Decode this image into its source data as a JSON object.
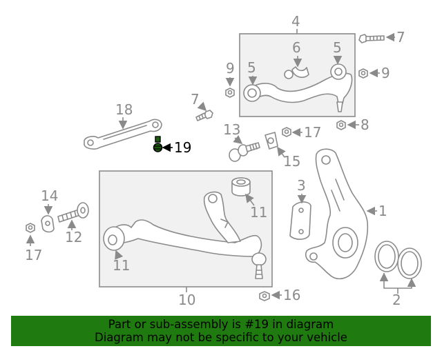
{
  "highlighted_part": "19",
  "callouts": {
    "c1": "1",
    "c2": "2",
    "c3": "3",
    "c4": "4",
    "c5a": "5",
    "c5b": "5",
    "c6": "6",
    "c7a": "7",
    "c7b": "7",
    "c8": "8",
    "c9a": "9",
    "c9b": "9",
    "c10": "10",
    "c11a": "11",
    "c11b": "11",
    "c12": "12",
    "c13": "13",
    "c14": "14",
    "c15": "15",
    "c16": "16",
    "c17a": "17",
    "c17b": "17",
    "c18": "18",
    "c19": "19"
  },
  "notice": {
    "line1": "Part or sub-assembly is #19 in diagram",
    "line2": "Diagram may not be specific to your vehicle"
  },
  "colors": {
    "notice_background": "#1f7a0f",
    "line_art": "#8a8a8a",
    "highlight": "#000000"
  }
}
